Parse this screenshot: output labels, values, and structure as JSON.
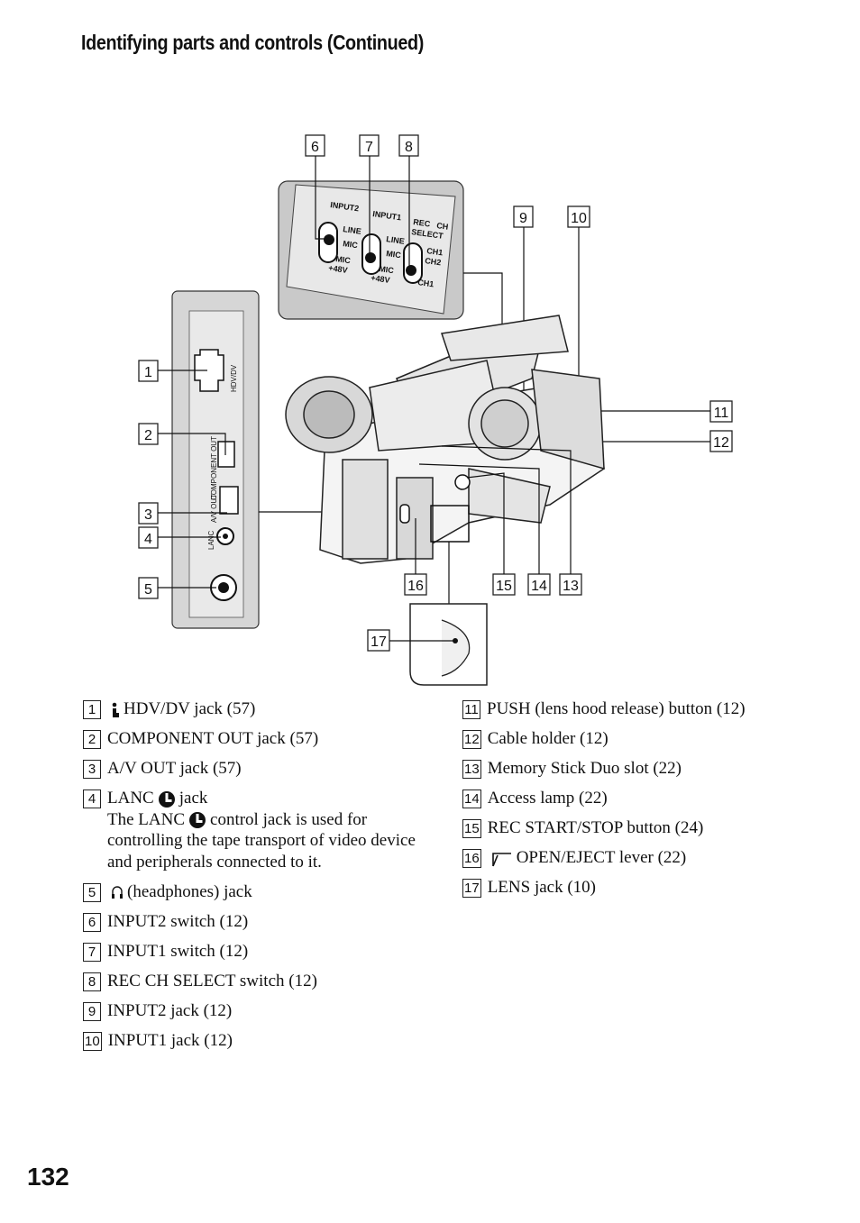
{
  "header": {
    "title": "Identifying parts and controls (Continued)"
  },
  "page_number": "132",
  "figure": {
    "callouts": [
      "1",
      "2",
      "3",
      "4",
      "5",
      "6",
      "7",
      "8",
      "9",
      "10",
      "11",
      "12",
      "13",
      "14",
      "15",
      "16",
      "17"
    ],
    "panel_switch": {
      "input2": "INPUT2",
      "input1": "INPUT1",
      "rec": "REC",
      "ch": "CH",
      "select": "SELECT",
      "line": "LINE",
      "mic": "MIC",
      "mic48": "MIC",
      "v48": "+48V",
      "ch1": "CH1",
      "ch2": "CH2"
    },
    "panel_side": {
      "hdvdv": "HDV/DV",
      "component_out": "COMPONENT OUT",
      "av_out": "A/V OUT",
      "lanc": "LANC"
    }
  },
  "items": [
    {
      "num": "1",
      "text": "HDV/DV jack (57)",
      "icon": "ilink-icon"
    },
    {
      "num": "2",
      "text": "COMPONENT OUT jack (57)"
    },
    {
      "num": "3",
      "text": "A/V OUT jack (57)"
    },
    {
      "num": "4",
      "text_a": "LANC",
      "text_b": "jack",
      "sub_a": "The LANC",
      "sub_b": "control jack is used for controlling the tape transport of video device and peripherals connected to it.",
      "icon": "lanc-icon"
    },
    {
      "num": "5",
      "text": "(headphones) jack",
      "icon": "headphones-icon"
    },
    {
      "num": "6",
      "text": "INPUT2 switch (12)"
    },
    {
      "num": "7",
      "text": "INPUT1 switch (12)"
    },
    {
      "num": "8",
      "text": "REC CH SELECT switch (12)"
    },
    {
      "num": "9",
      "text": "INPUT2 jack (12)"
    },
    {
      "num": "10",
      "text": "INPUT1 jack (12)"
    },
    {
      "num": "11",
      "text": "PUSH (lens hood release) button (12)"
    },
    {
      "num": "12",
      "text": "Cable holder (12)"
    },
    {
      "num": "13",
      "text": "Memory Stick Duo slot (22)"
    },
    {
      "num": "14",
      "text": "Access lamp (22)"
    },
    {
      "num": "15",
      "text": "REC START/STOP button (24)"
    },
    {
      "num": "16",
      "text": "OPEN/EJECT lever (22)",
      "icon": "eject-lever-icon"
    },
    {
      "num": "17",
      "text": "LENS jack (10)"
    }
  ]
}
